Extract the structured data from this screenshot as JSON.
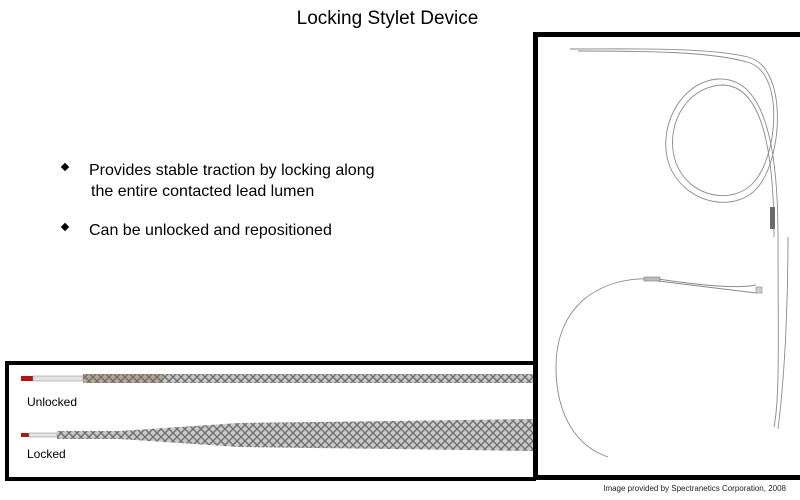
{
  "title": "Locking Stylet Device",
  "bullets": [
    {
      "line1": "Provides stable traction by locking along",
      "line2": "the entire contacted lead lumen"
    },
    {
      "line1": "Can be unlocked and repositioned",
      "line2": ""
    }
  ],
  "labels": {
    "unlocked": "Unlocked",
    "locked": "Locked"
  },
  "credit": "Image provided by Spectranetics Corporation, 2008",
  "colors": {
    "border": "#000000",
    "wire": "#8a8a8a",
    "braid": "#9a9a9a",
    "tip": "#b01515"
  }
}
